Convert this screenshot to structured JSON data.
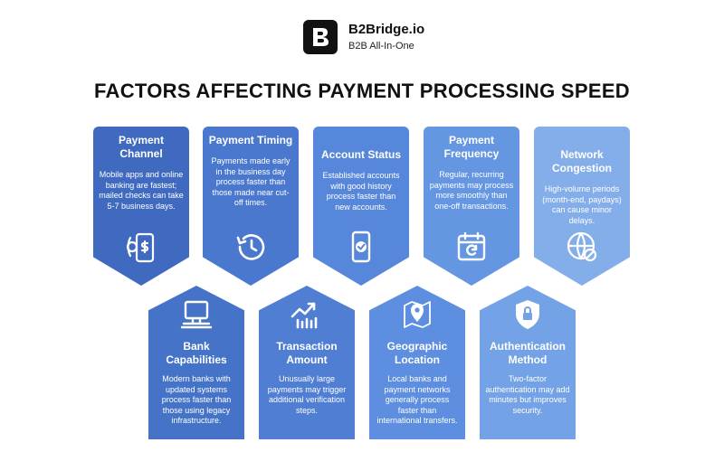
{
  "brand": {
    "name": "B2Bridge.io",
    "tagline": "B2B All-In-One",
    "logo_icon": "b2-logo-icon"
  },
  "page_title": "FACTORS AFFECTING PAYMENT PROCESSING SPEED",
  "colors": {
    "card_1": "#3f6ac0",
    "card_2": "#4a78cf",
    "card_3": "#5787da",
    "card_4": "#6596e2",
    "card_5": "#84aeea",
    "card_6": "#4573c8",
    "card_7": "#4f7ed3",
    "card_8": "#5d8edf",
    "card_9": "#74a2e6"
  },
  "top_row": [
    {
      "title": "Payment Channel",
      "description": "Mobile apps and online banking are fastest; mailed checks can take 5-7 business days.",
      "icon": "mobile-payment-icon"
    },
    {
      "title": "Payment Timing",
      "description": "Payments made early in the business day process faster than those made near cut-off times.",
      "icon": "clock-history-icon"
    },
    {
      "title": "Account Status",
      "description": "Established accounts with good history process faster than new accounts.",
      "icon": "phone-check-icon"
    },
    {
      "title": "Payment Frequency",
      "description": "Regular, recurring payments may process more smoothly than one-off transactions.",
      "icon": "calendar-repeat-icon"
    },
    {
      "title": "Network Congestion",
      "description": "High-volume periods (month-end, paydays) can cause minor delays.",
      "icon": "globe-network-icon"
    }
  ],
  "bottom_row": [
    {
      "title": "Bank Capabilities",
      "description": "Modern banks with updated systems process faster than those using legacy infrastructure.",
      "icon": "computer-bank-icon"
    },
    {
      "title": "Transaction Amount",
      "description": "Unusually large payments may trigger additional verification steps.",
      "icon": "trending-dollar-icon"
    },
    {
      "title": "Geographic Location",
      "description": "Local banks and payment networks generally process faster than international transfers.",
      "icon": "map-pin-icon"
    },
    {
      "title": "Authentication Method",
      "description": "Two-factor authentication may add minutes but improves security.",
      "icon": "shield-lock-icon"
    }
  ]
}
